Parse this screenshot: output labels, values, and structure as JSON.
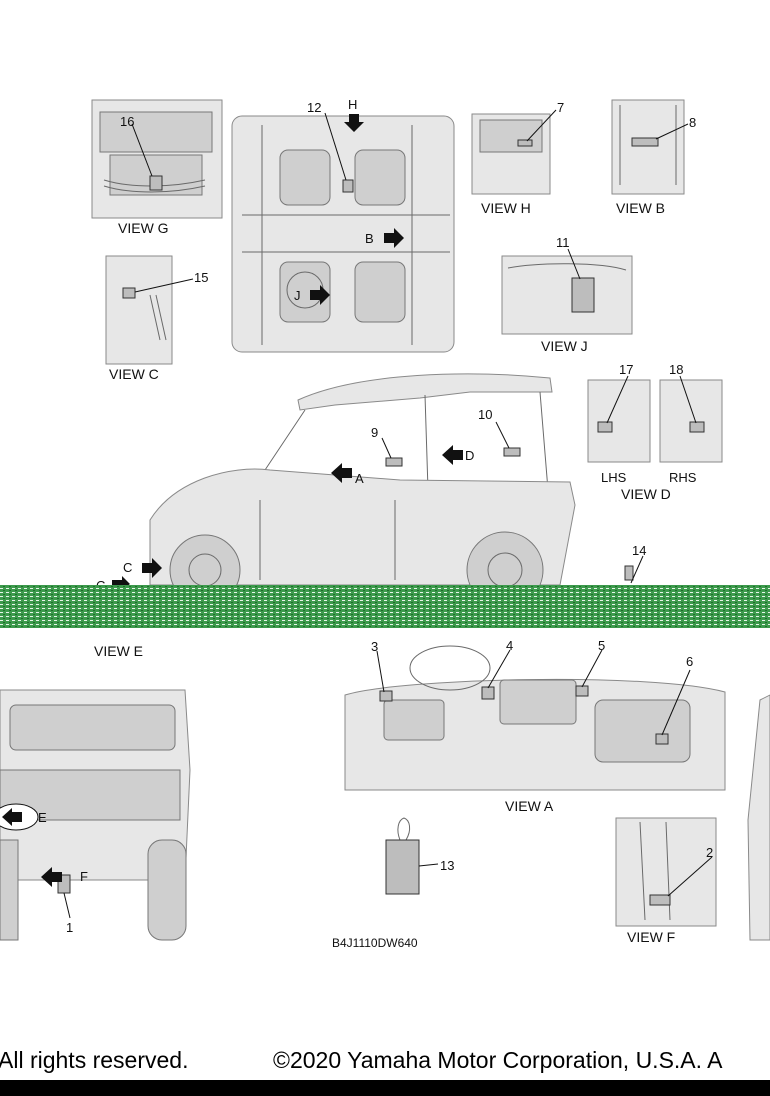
{
  "diagram_code": "B4J1110DW640",
  "footer": {
    "left_text": "All rights reserved.",
    "right_text": "©2020 Yamaha Motor Corporation, U.S.A. A"
  },
  "views": {
    "g": "VIEW G",
    "h": "VIEW H",
    "b": "VIEW B",
    "c": "VIEW C",
    "j": "VIEW J",
    "d": "VIEW D",
    "d_lhs": "LHS",
    "d_rhs": "RHS",
    "e": "VIEW E",
    "a": "VIEW A",
    "f": "VIEW F"
  },
  "arrows": {
    "h": "H",
    "b": "B",
    "j": "J",
    "a": "A",
    "d": "D",
    "c": "C",
    "c2": "C",
    "e": "E",
    "f": "F"
  },
  "callouts": {
    "c1": "1",
    "c2": "2",
    "c3": "3",
    "c4": "4",
    "c5": "5",
    "c6": "6",
    "c7": "7",
    "c8": "8",
    "c9": "9",
    "c10": "10",
    "c11": "11",
    "c12": "12",
    "c13": "13",
    "c14": "14",
    "c15": "15",
    "c16": "16",
    "c17": "17",
    "c18": "18"
  },
  "colors": {
    "ground_band": "#2e8b3e",
    "ink": "#111111",
    "panel": "#e7e7e7"
  }
}
